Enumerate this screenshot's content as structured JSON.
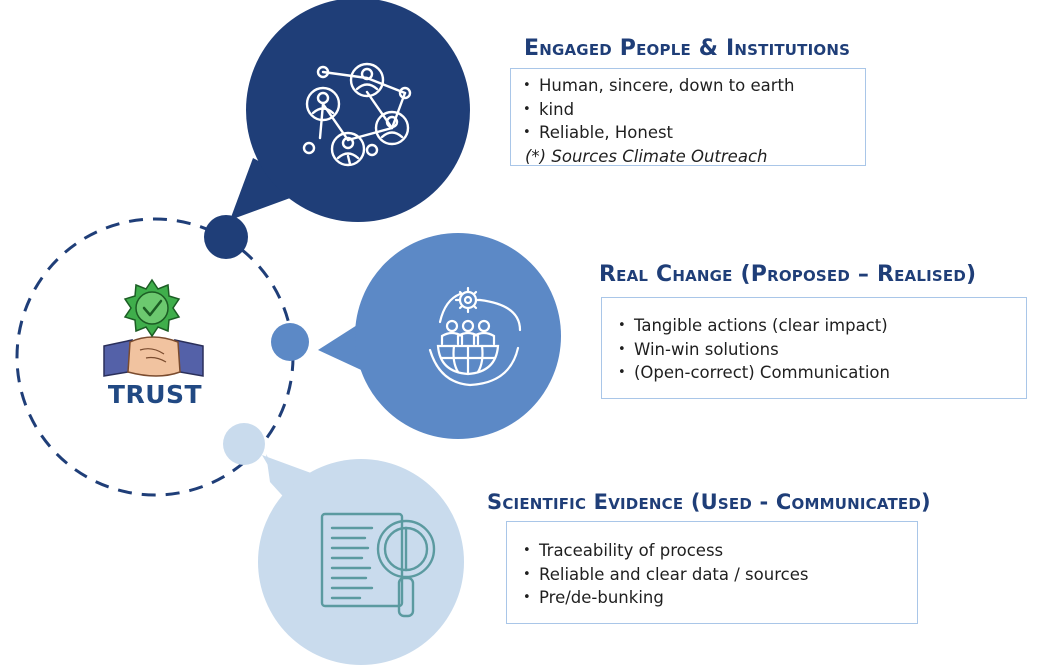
{
  "center": {
    "label": "TRUST"
  },
  "sections": [
    {
      "title": "Engaged People & Institutions",
      "bullets": [
        "Human, sincere, down to earth",
        "kind",
        "Reliable, Honest"
      ],
      "note": "(*) Sources Climate Outreach"
    },
    {
      "title": "Real Change (Proposed – Realised)",
      "bullets": [
        "Tangible actions (clear impact)",
        "Win-win solutions",
        "(Open-correct) Communication"
      ]
    },
    {
      "title": "Scientific Evidence  (Used - Communicated)",
      "bullets": [
        "Traceability of process",
        "Reliable and clear data /  sources",
        "Pre/de-bunking"
      ]
    }
  ],
  "colors": {
    "dark_blue": "#1f3e78",
    "mid_blue": "#5c89c6",
    "light_blue": "#c9dbed",
    "box_border": "#a9c6e8",
    "dashed_circle": "#1f3e78",
    "icon_light_stroke": "#ffffff",
    "icon_teal_stroke": "#5b9aa0",
    "badge_green": "#3fae4b"
  },
  "icons": [
    "network-people-icon",
    "community-globe-gear-icon",
    "document-magnifier-icon",
    "handshake-badge-icon"
  ]
}
